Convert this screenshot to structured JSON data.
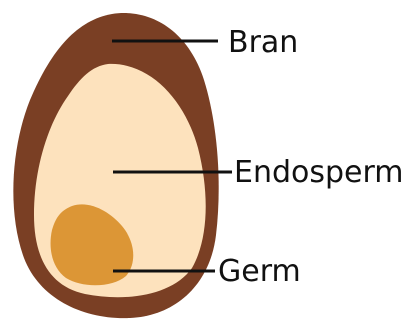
{
  "labels": {
    "bran": "Bran",
    "endosperm": "Endosperm",
    "germ": "Germ"
  },
  "colors": {
    "bran": "#7a3f24",
    "endosperm": "#fde2bd",
    "germ": "#dc9636",
    "leader_line": "#111111",
    "text": "#111111",
    "background": "#ffffff"
  }
}
